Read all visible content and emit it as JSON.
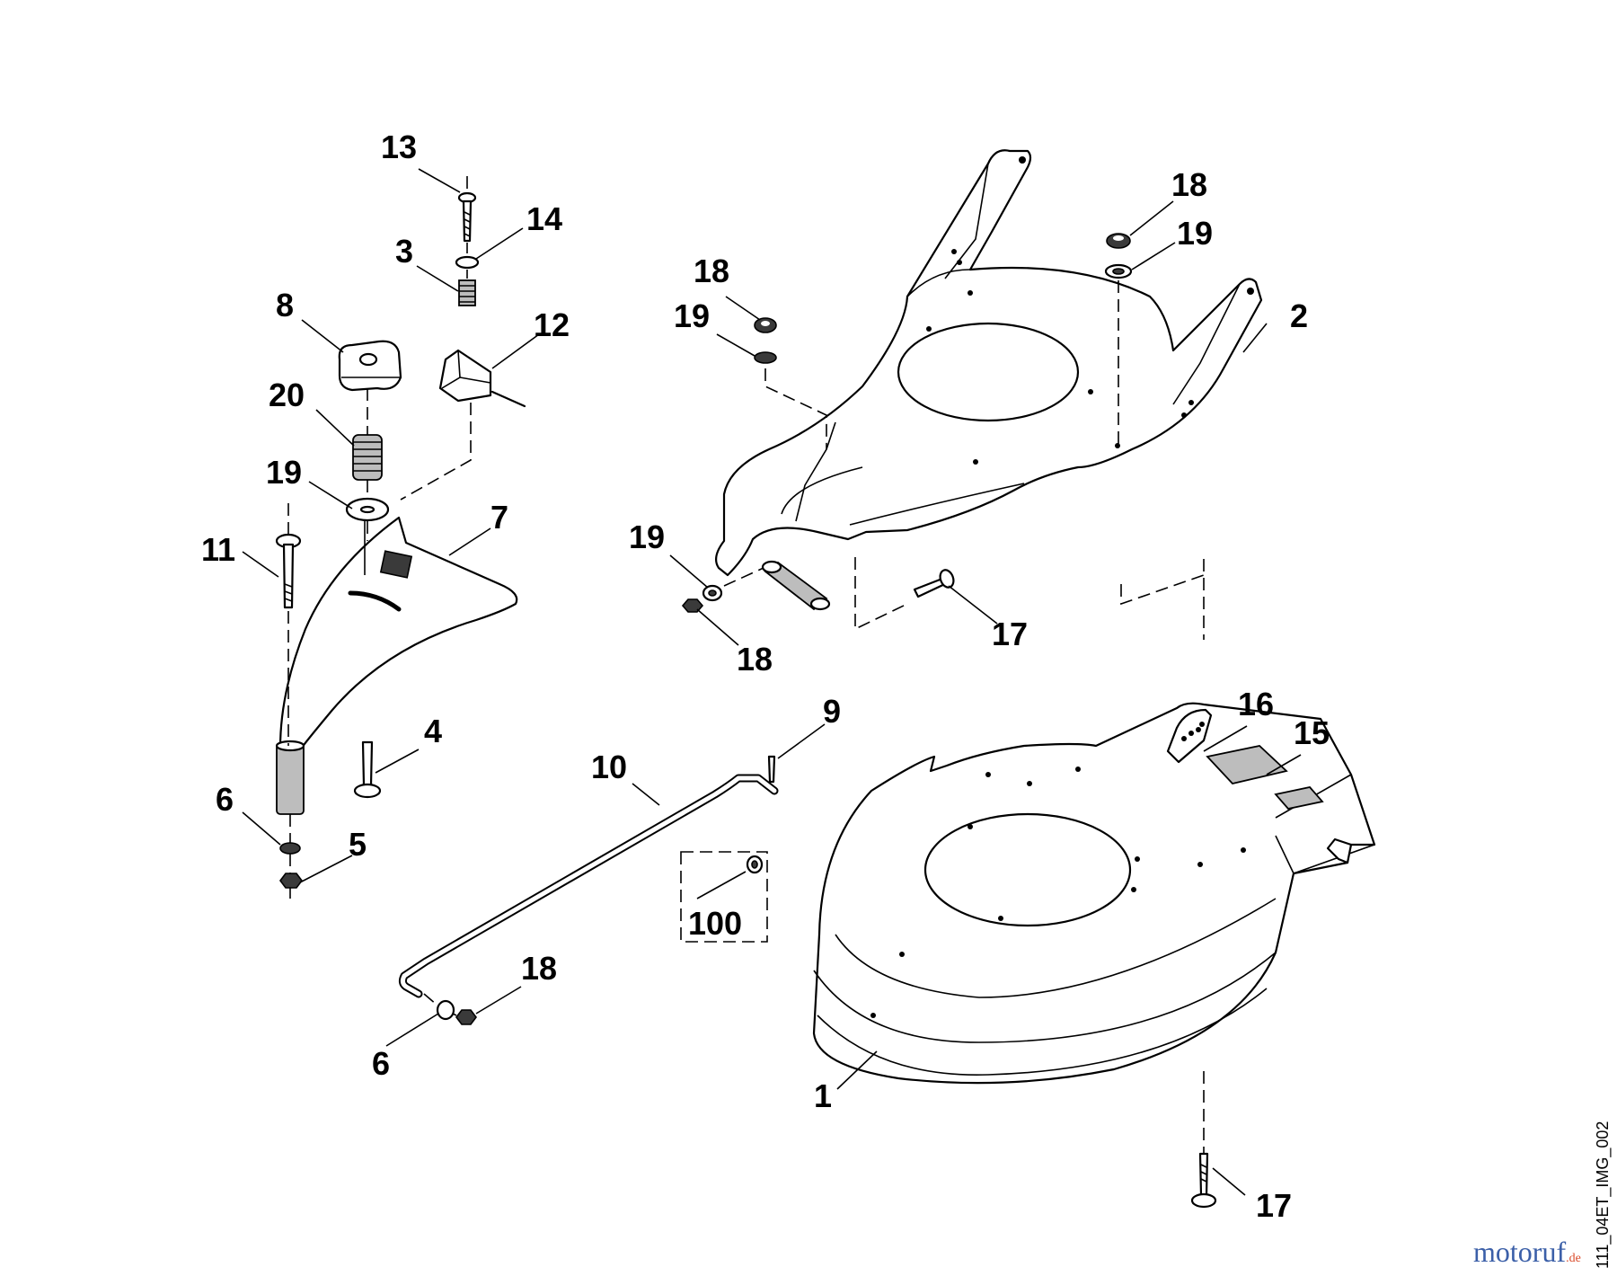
{
  "diagram": {
    "callouts": {
      "c13": "13",
      "c14": "14",
      "c3": "3",
      "c8": "8",
      "c12": "12",
      "c20": "20",
      "c19a": "19",
      "c7": "7",
      "c11": "11",
      "c4": "4",
      "c6a": "6",
      "c5": "5",
      "c18a": "18",
      "c19b": "19",
      "c2": "2",
      "c18b": "18",
      "c19c": "19",
      "c19d": "19",
      "c18c": "18",
      "c17a": "17",
      "c9": "9",
      "c10": "10",
      "c16": "16",
      "c15": "15",
      "c100": "100",
      "c18d": "18",
      "c6b": "6",
      "c1": "1",
      "c17b": "17"
    },
    "image_code": "111_04ET_IMG_002",
    "watermark": {
      "text": "motoruf",
      "suffix": ".de",
      "color_main": "#3b5fa8",
      "color_accent": "#d94a2a"
    }
  }
}
